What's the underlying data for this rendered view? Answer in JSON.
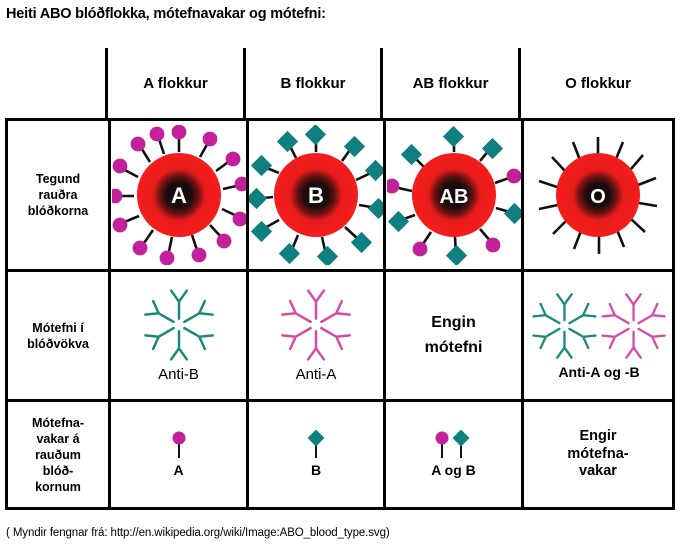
{
  "title": "Heiti ABO blóðflokka, mótefnavakar og mótefni:",
  "colors": {
    "antigen_a": "#c2219b",
    "antigen_b": "#0f7f7f",
    "cell_red": "#f01b1b",
    "cell_core": "#1a0d0d",
    "antibody_b": "#1c8a7a",
    "antibody_a": "#d64ba8",
    "border": "#000000"
  },
  "header": {
    "corner_label": "",
    "columns": [
      {
        "label": "A flokkur"
      },
      {
        "label": "B flokkur"
      },
      {
        "label": "AB flokkur"
      },
      {
        "label": "O flokkur"
      }
    ]
  },
  "rows": [
    {
      "label": "Tegund\nrauðra\nblóðkorna",
      "label_lines": [
        "Tegund",
        "rauðra",
        "blóðkorna"
      ],
      "cells": [
        {
          "cell_letter": "A",
          "antigens": "round-magenta",
          "caption": ""
        },
        {
          "cell_letter": "B",
          "antigens": "diamond-teal",
          "caption": ""
        },
        {
          "cell_letter": "AB",
          "antigens": "round-magenta-and-diamond-teal",
          "caption": ""
        },
        {
          "cell_letter": "O",
          "antigens": "none",
          "caption": ""
        }
      ]
    },
    {
      "label_lines": [
        "Mótefni í",
        "blóðvökva"
      ],
      "cells": [
        {
          "icon": "antibody-cluster-teal",
          "caption": "Anti-B",
          "caption_bold": false
        },
        {
          "icon": "antibody-cluster-pink",
          "caption": "Anti-A",
          "caption_bold": false
        },
        {
          "icon": "none",
          "text_lines": [
            "Engin",
            "mótefni"
          ]
        },
        {
          "icon": "antibody-cluster-both",
          "caption": "Anti-A og -B",
          "caption_bold": true
        }
      ]
    },
    {
      "label_lines": [
        "Mótefna-",
        "vakar á",
        "rauðum",
        "blóð-",
        "kornum"
      ],
      "cells": [
        {
          "icon": "antigen-pin-magenta",
          "caption": "A"
        },
        {
          "icon": "antigen-pin-teal",
          "caption": "B"
        },
        {
          "icon": "antigen-pin-both",
          "caption": "A og B"
        },
        {
          "icon": "none",
          "text_lines": [
            "Engir",
            "mótefna-",
            "vakar"
          ]
        }
      ]
    }
  ],
  "footer": "( Myndir fengnar frá: http://en.wikipedia.org/wiki/Image:ABO_blood_type.svg)"
}
